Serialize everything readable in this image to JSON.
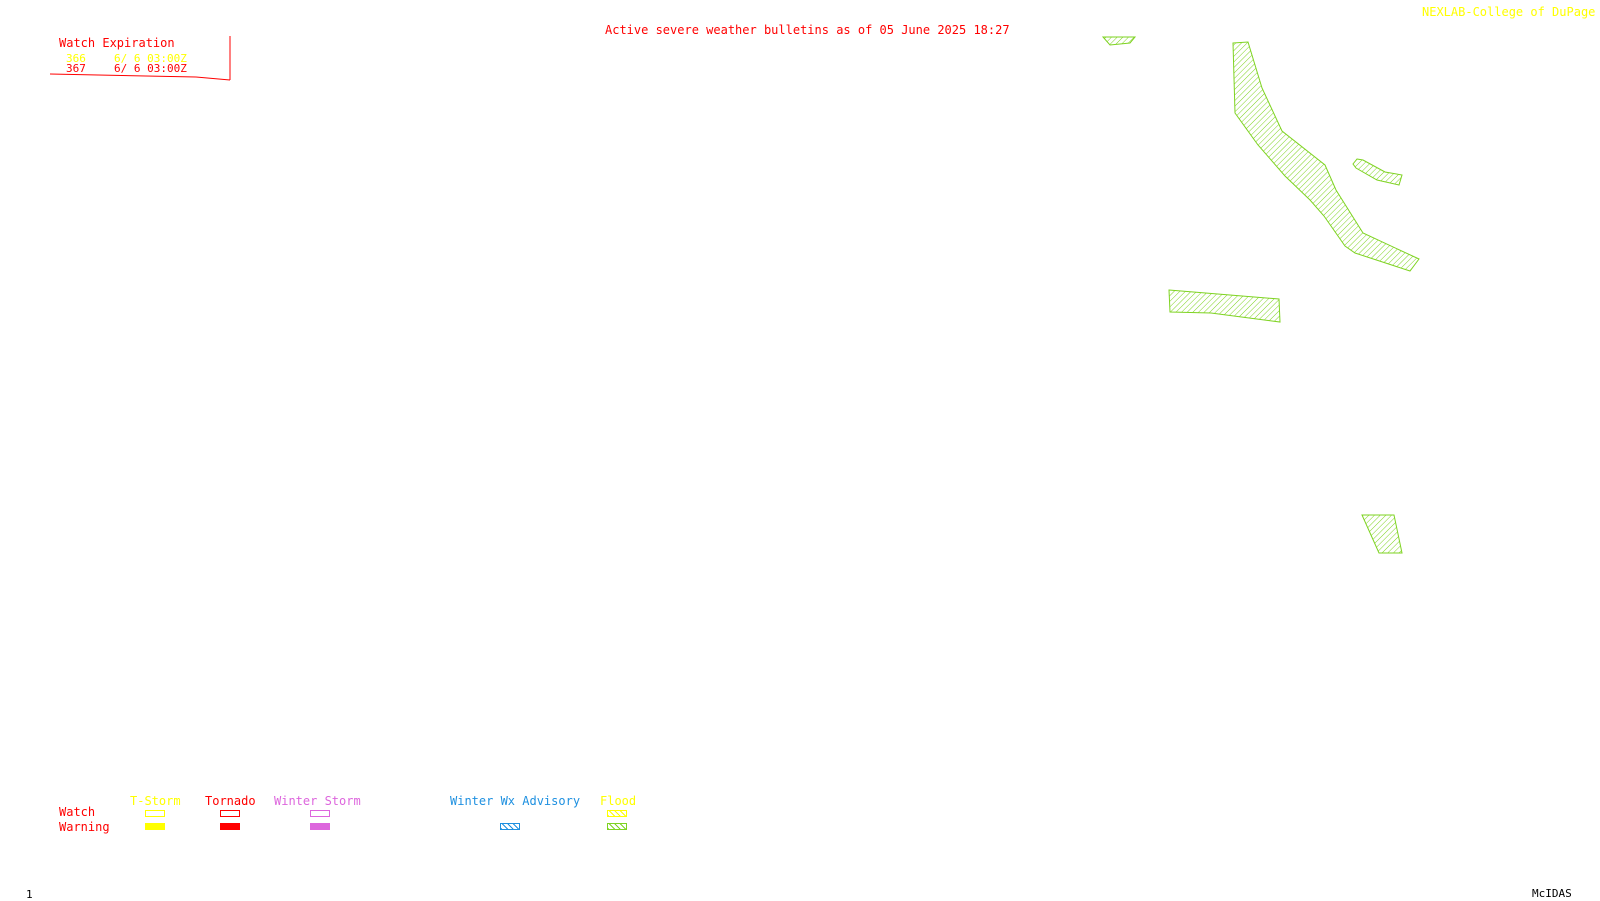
{
  "header": {
    "title": "Active severe weather bulletins as of 05 June 2025 18:27",
    "credit": "NEXLAB-College of DuPage R"
  },
  "watch_box": {
    "heading": "Watch Expiration",
    "rows": [
      {
        "number": "366",
        "expiration": "6/ 6 03:00Z",
        "color": "#ffff00"
      },
      {
        "number": "367",
        "expiration": "6/ 6 03:00Z",
        "color": "#ff0000"
      }
    ]
  },
  "legend": {
    "row_labels": {
      "watch": "Watch",
      "warning": "Warning"
    },
    "categories": [
      {
        "label": "T-Storm",
        "color": "#ffff00"
      },
      {
        "label": "Tornado",
        "color": "#ff0000"
      },
      {
        "label": "Winter Storm",
        "color": "#dd66dd"
      },
      {
        "label": "Winter Wx Advisory",
        "color": "#1e90e0"
      },
      {
        "label": "Flood",
        "color": "#7ed321"
      }
    ]
  },
  "footer": {
    "frame": "1",
    "software": "McIDAS"
  },
  "map": {
    "flood_warning_areas": 5,
    "flood_color": "#7ed321"
  }
}
